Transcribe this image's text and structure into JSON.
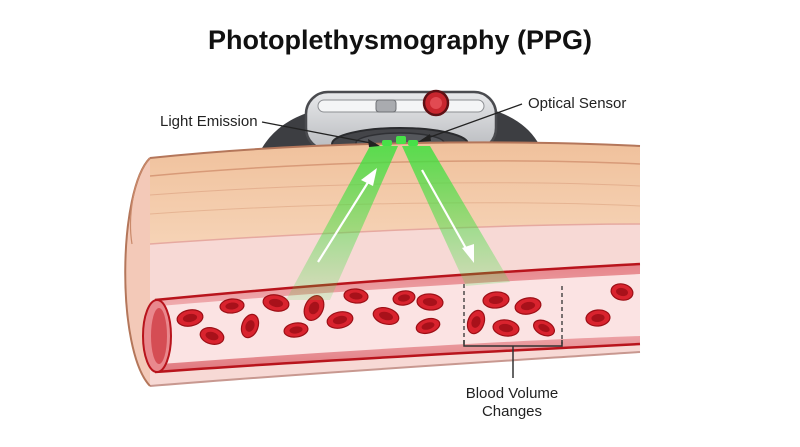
{
  "title": "Photoplethysmography (PPG)",
  "labels": {
    "light_emission": "Light Emission",
    "optical_sensor": "Optical Sensor",
    "blood_volume_line1": "Blood Volume",
    "blood_volume_line2": "Changes"
  },
  "colors": {
    "skin_outer": "#f3c9a8",
    "dermis": "#f6d6d2",
    "blood": "#d9232e",
    "vessel_wall": "#b8141c",
    "light": "#39d43a",
    "watch_case": "#d6d7d9",
    "strap": "#3d3e42",
    "crown": "#c8262e"
  }
}
